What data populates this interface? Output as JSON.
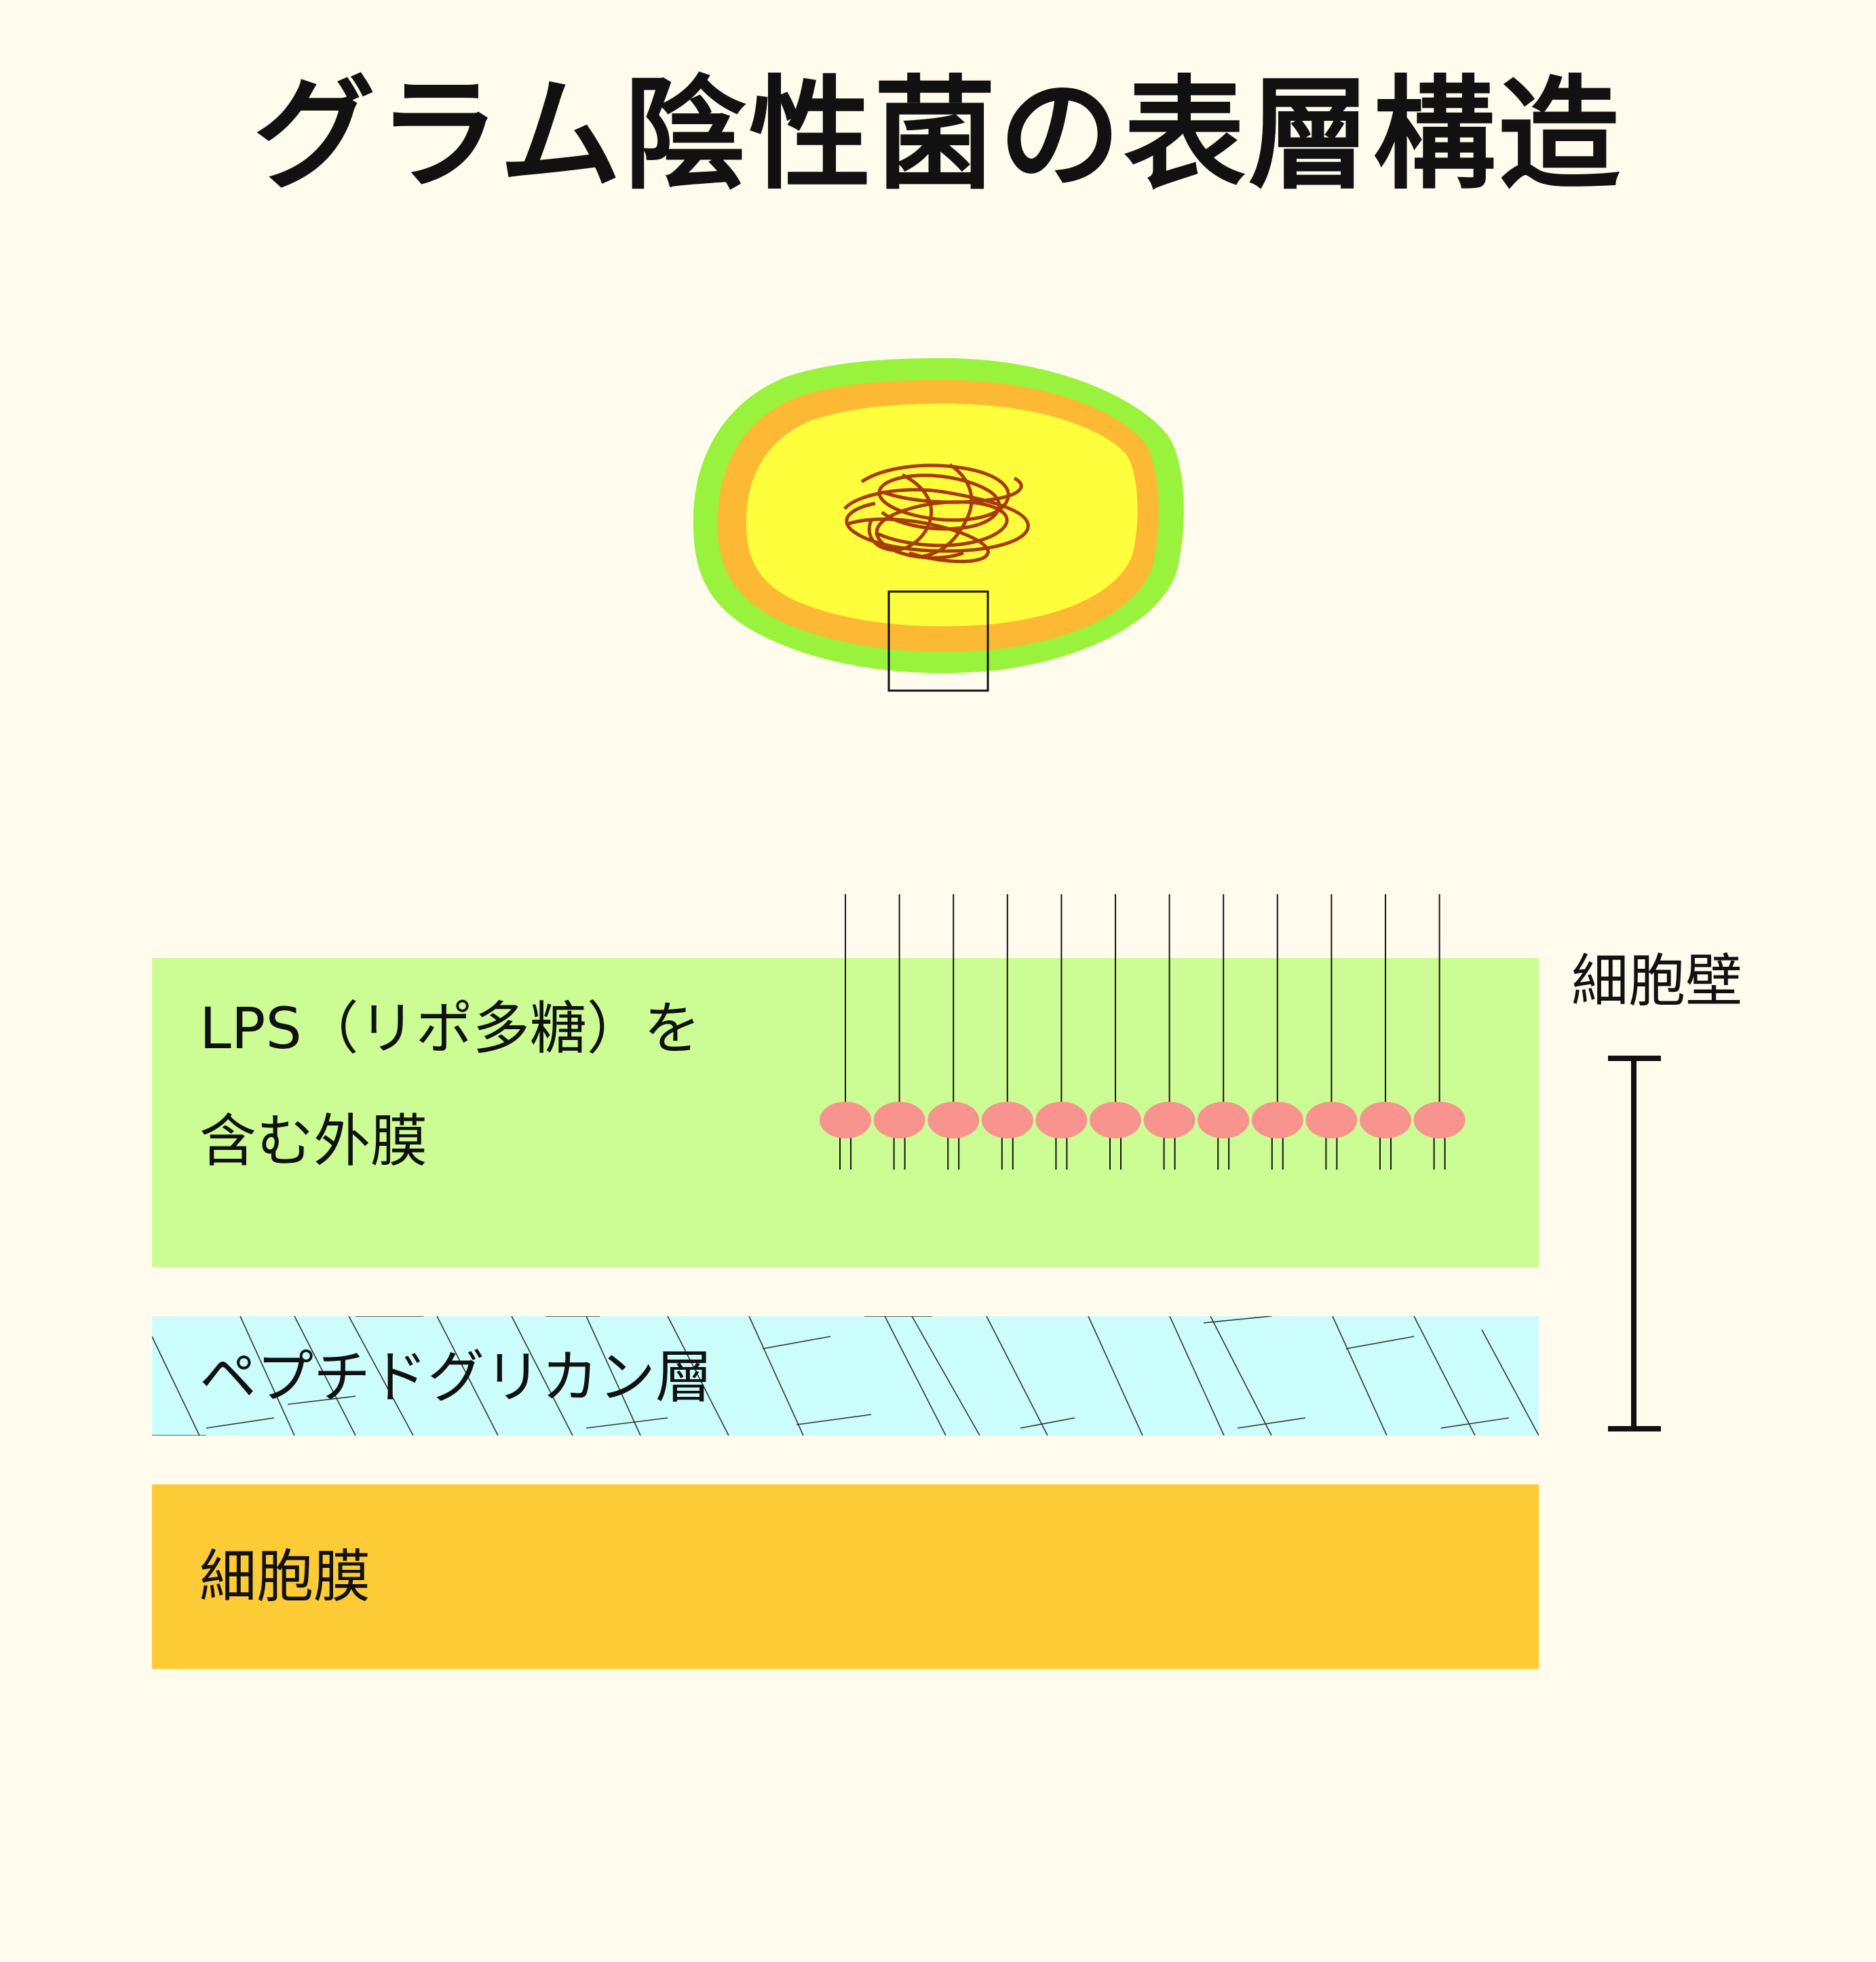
{
  "title": "グラム陰性菌の表層構造",
  "layers": {
    "outer_membrane": {
      "label_line1": "LPS（リポ多糖）を",
      "label_line2": "含む外膜",
      "color": "#ccfd95"
    },
    "peptidoglycan": {
      "label": "ペプチドグリカン層",
      "color": "#ccfdfd"
    },
    "cell_membrane": {
      "label": "細胞膜",
      "color": "#fdcb35"
    }
  },
  "cell_wall_label": "細胞壁",
  "colors": {
    "background": "#fffcee",
    "cell_outer": "#99f23b",
    "cell_middle": "#fdb933",
    "cell_inner": "#fefe3c",
    "dna": "#a63a08",
    "lps_head": "#f8938e",
    "bracket": "#111111"
  },
  "lps_count": 12
}
